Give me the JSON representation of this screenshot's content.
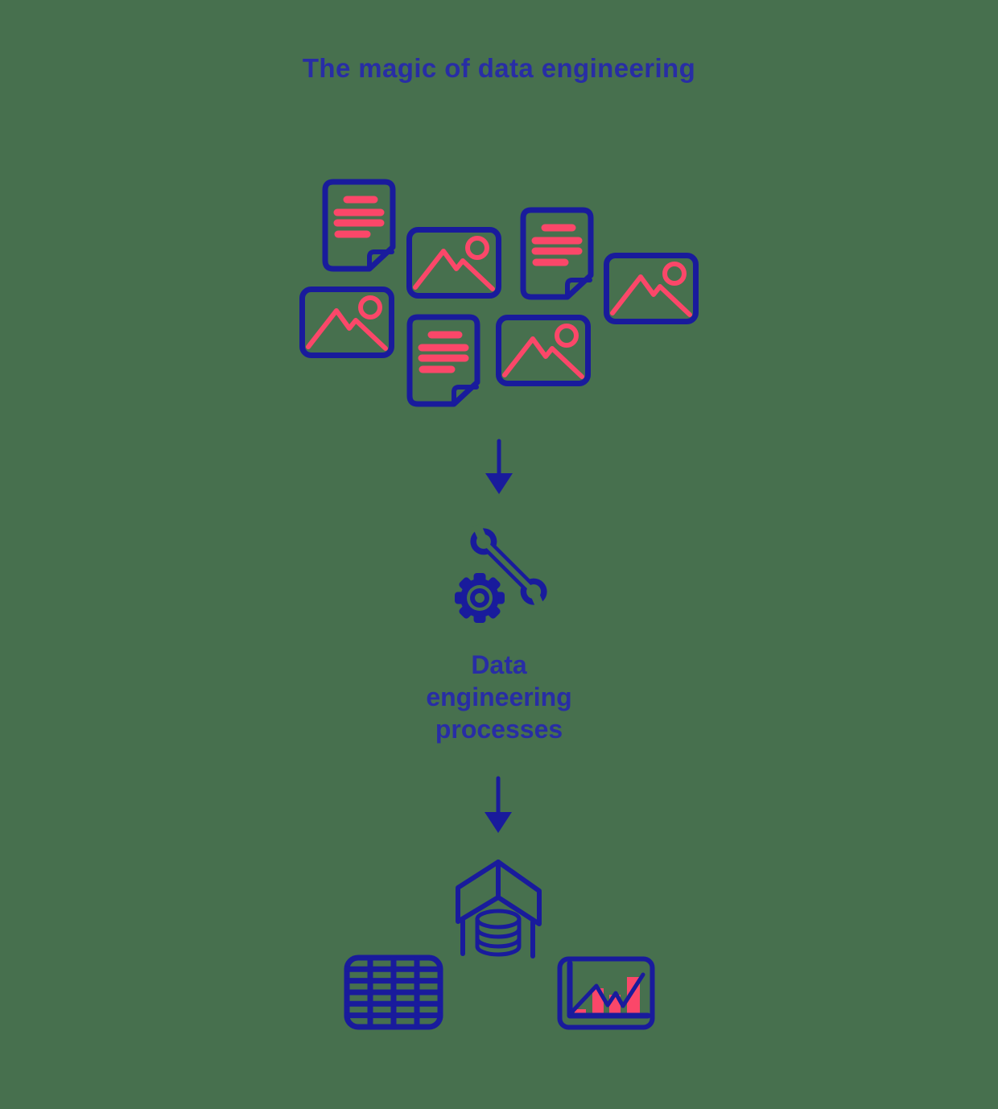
{
  "title": "The magic of data engineering",
  "process": {
    "label_lines": [
      "Data",
      "engineering",
      "processes"
    ]
  },
  "colors": {
    "background": "#47704E",
    "icon_blue": "#191B9C",
    "text_blue": "#282DA5",
    "accent_pink": "#FB4769"
  },
  "icons": {
    "sources": [
      "document-icon",
      "image-icon",
      "document-icon",
      "image-icon",
      "image-icon",
      "document-icon",
      "image-icon"
    ],
    "connectors": [
      "down-arrow-icon",
      "down-arrow-icon"
    ],
    "process": "wrench-gear-icon",
    "outputs": [
      "table-grid-icon",
      "warehouse-database-icon",
      "bar-line-chart-icon"
    ]
  }
}
